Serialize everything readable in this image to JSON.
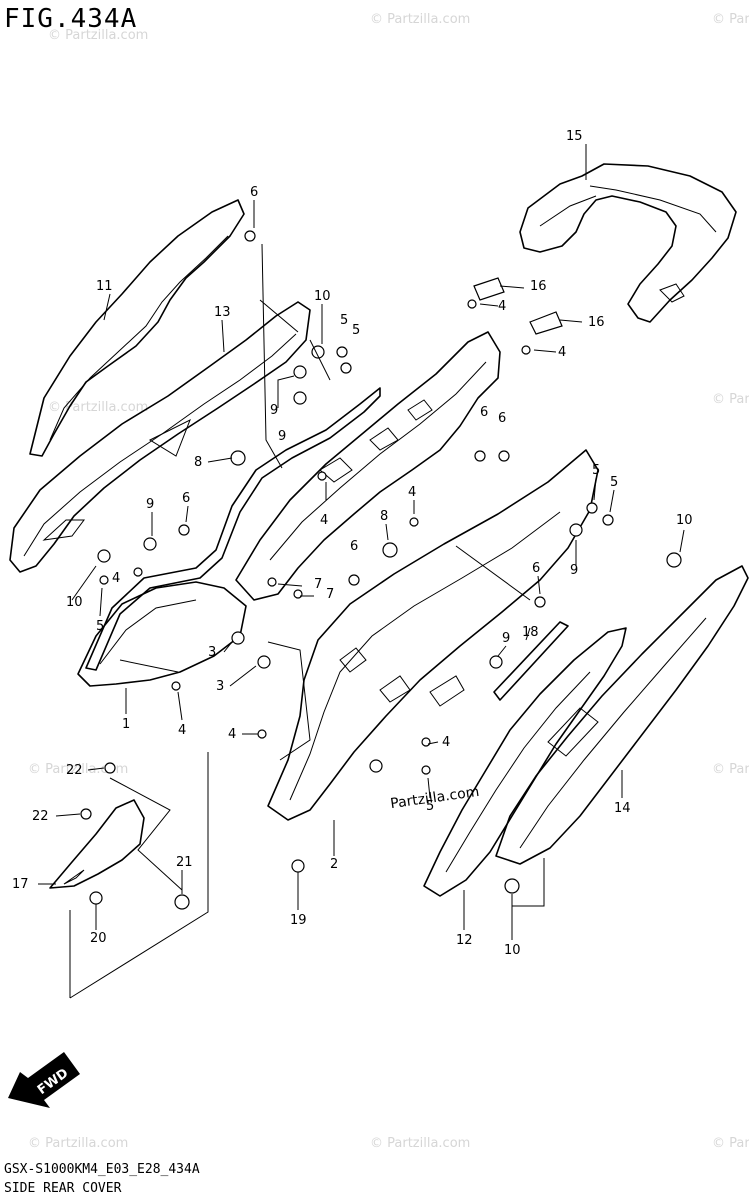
{
  "title": "FIG.434A",
  "footer": {
    "code": "GSX-S1000KM4_E03_E28_434A",
    "name": "SIDE REAR COVER"
  },
  "watermark_text": "© Partzilla.com",
  "center_watermark": "Partzilla.com",
  "fwd_label": "FWD",
  "callouts": [
    {
      "id": "c-15",
      "label": "15"
    },
    {
      "id": "c-6a",
      "label": "6"
    },
    {
      "id": "c-11",
      "label": "11"
    },
    {
      "id": "c-10a",
      "label": "10"
    },
    {
      "id": "c-13",
      "label": "13"
    },
    {
      "id": "c-5a",
      "label": "5"
    },
    {
      "id": "c-5b",
      "label": "5"
    },
    {
      "id": "c-16a",
      "label": "16"
    },
    {
      "id": "c-4a",
      "label": "4"
    },
    {
      "id": "c-16b",
      "label": "16"
    },
    {
      "id": "c-4b",
      "label": "4"
    },
    {
      "id": "c-9a",
      "label": "9"
    },
    {
      "id": "c-9b",
      "label": "9"
    },
    {
      "id": "c-8a",
      "label": "8"
    },
    {
      "id": "c-6b",
      "label": "6"
    },
    {
      "id": "c-6c",
      "label": "6"
    },
    {
      "id": "c-4c",
      "label": "4"
    },
    {
      "id": "c-5c",
      "label": "5"
    },
    {
      "id": "c-5d",
      "label": "5"
    },
    {
      "id": "c-9c",
      "label": "9"
    },
    {
      "id": "c-6d",
      "label": "6"
    },
    {
      "id": "c-4d",
      "label": "4"
    },
    {
      "id": "c-10b",
      "label": "10"
    },
    {
      "id": "c-4e",
      "label": "4"
    },
    {
      "id": "c-8b",
      "label": "8"
    },
    {
      "id": "c-10c",
      "label": "10"
    },
    {
      "id": "c-9d",
      "label": "9"
    },
    {
      "id": "c-6e",
      "label": "6"
    },
    {
      "id": "c-7a",
      "label": "7"
    },
    {
      "id": "c-7b",
      "label": "7"
    },
    {
      "id": "c-6f",
      "label": "6"
    },
    {
      "id": "c-5e",
      "label": "5"
    },
    {
      "id": "c-3a",
      "label": "3"
    },
    {
      "id": "c-18",
      "label": "18"
    },
    {
      "id": "c-9e",
      "label": "9"
    },
    {
      "id": "c-3b",
      "label": "3"
    },
    {
      "id": "c-1",
      "label": "1"
    },
    {
      "id": "c-4f",
      "label": "4"
    },
    {
      "id": "c-4g",
      "label": "4"
    },
    {
      "id": "c-4h",
      "label": "4"
    },
    {
      "id": "c-22a",
      "label": "22"
    },
    {
      "id": "c-5f",
      "label": "5"
    },
    {
      "id": "c-14",
      "label": "14"
    },
    {
      "id": "c-22b",
      "label": "22"
    },
    {
      "id": "c-2",
      "label": "2"
    },
    {
      "id": "c-21",
      "label": "21"
    },
    {
      "id": "c-17",
      "label": "17"
    },
    {
      "id": "c-19",
      "label": "19"
    },
    {
      "id": "c-12",
      "label": "12"
    },
    {
      "id": "c-20",
      "label": "20"
    },
    {
      "id": "c-10d",
      "label": "10"
    }
  ]
}
